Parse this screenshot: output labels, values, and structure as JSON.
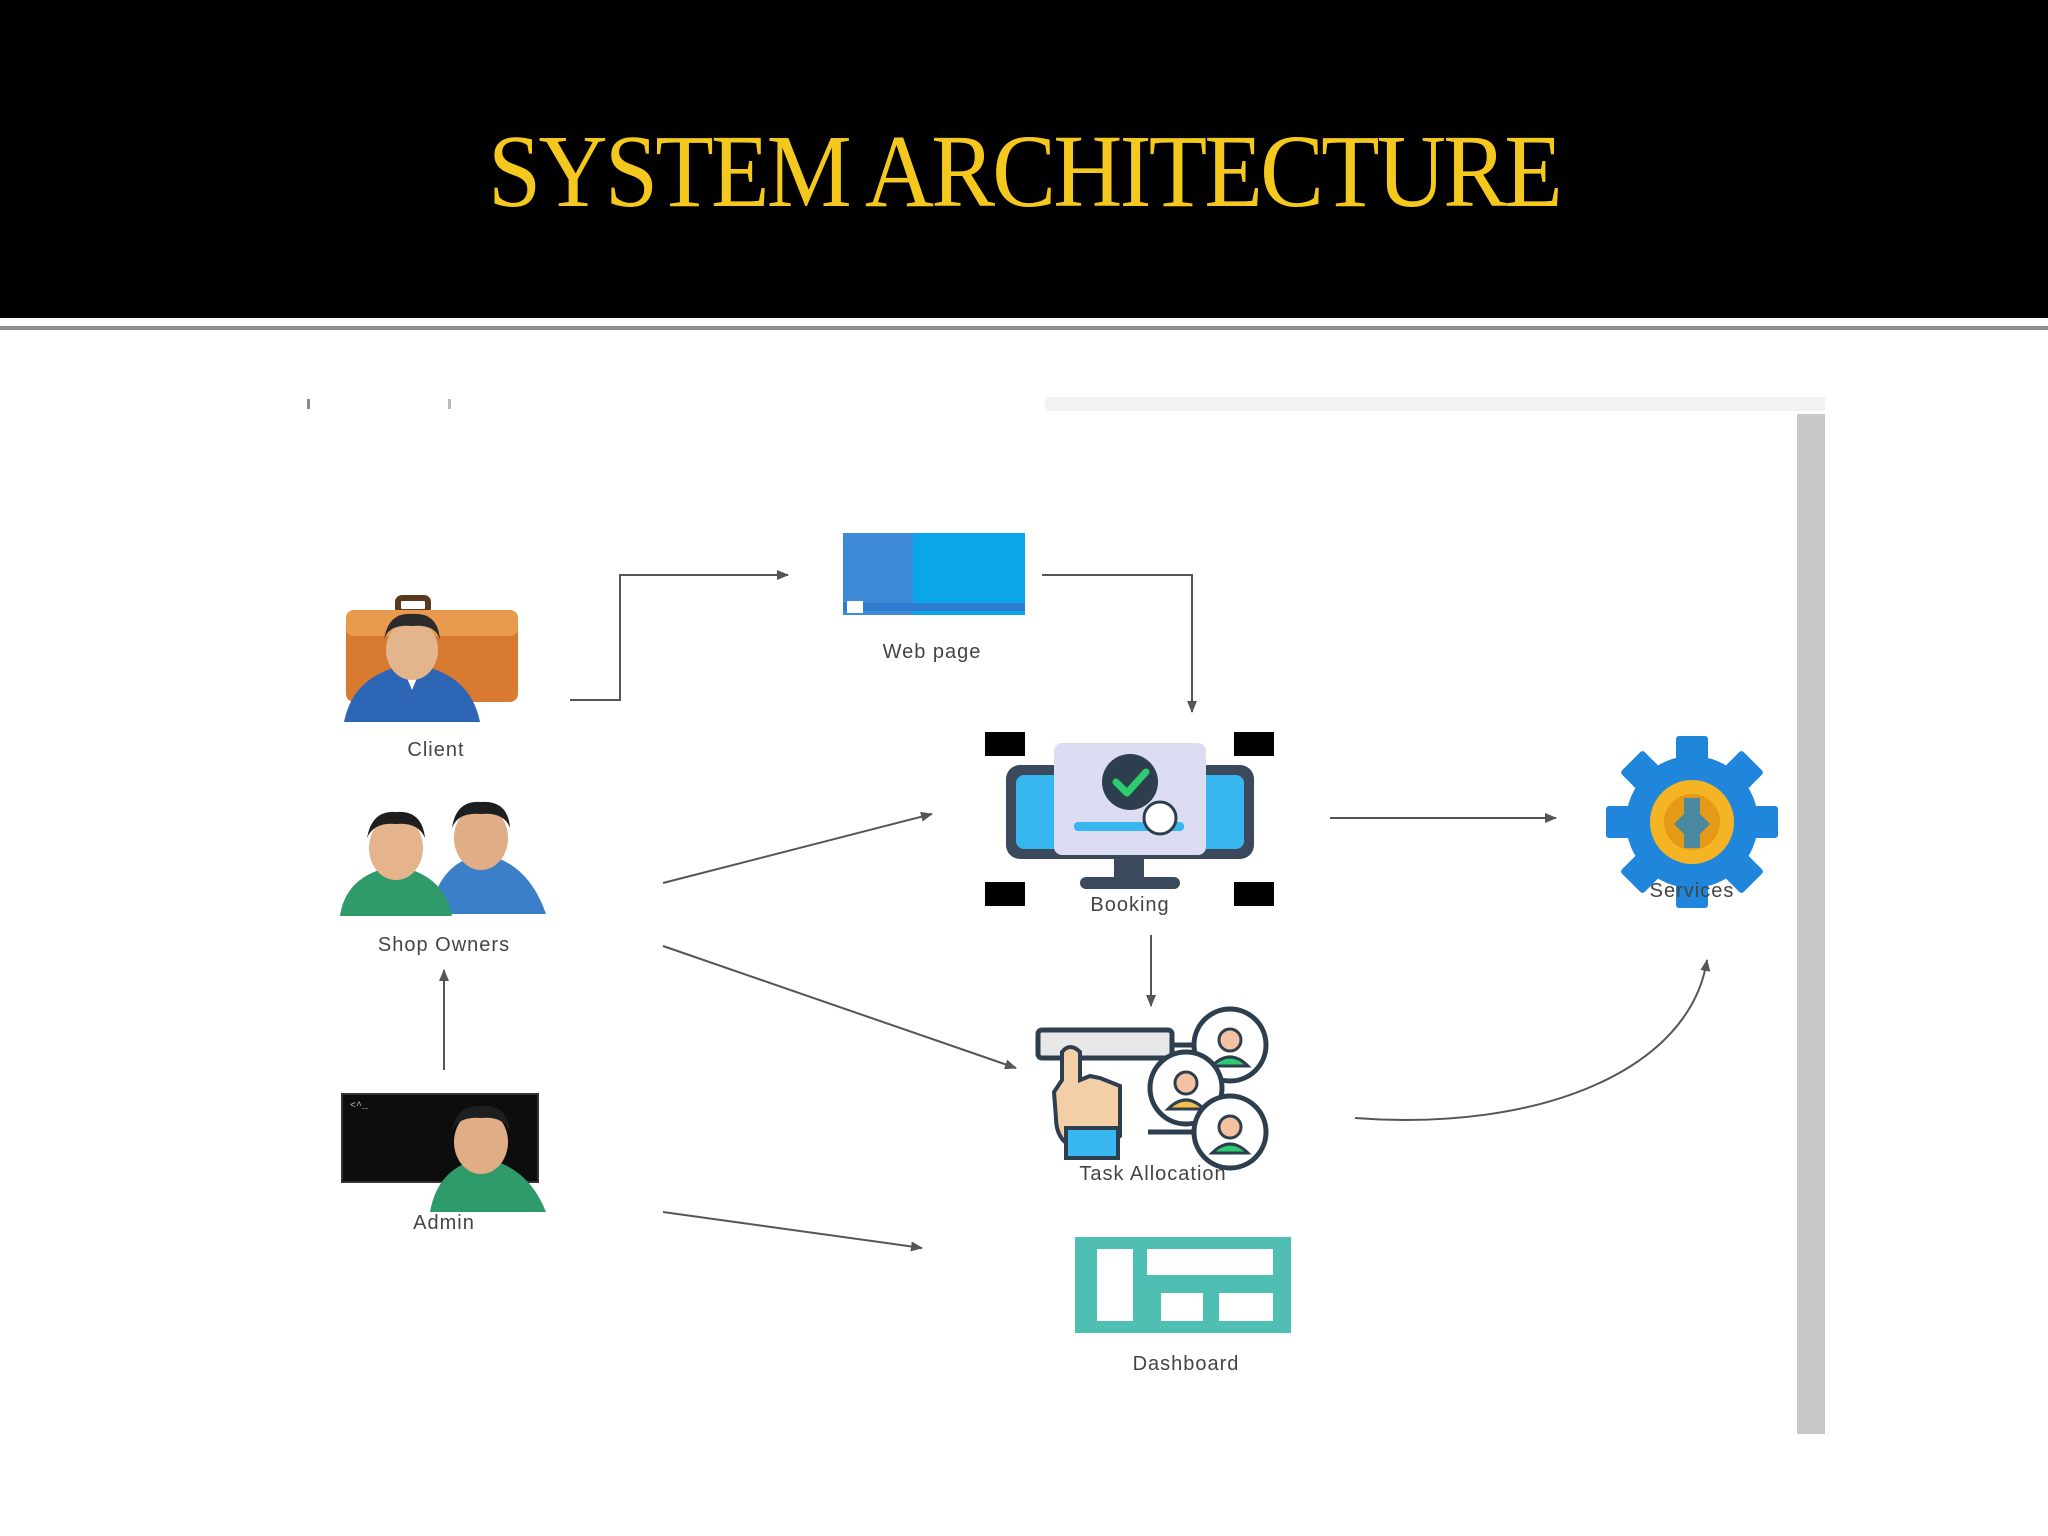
{
  "slide": {
    "title": "SYSTEM ARCHITECTURE"
  },
  "diagram": {
    "nodes": {
      "client": {
        "label": "Client",
        "icon": "client-icon"
      },
      "shop_owners": {
        "label": "Shop Owners",
        "icon": "shop-owners-icon"
      },
      "admin": {
        "label": "Admin",
        "icon": "admin-icon",
        "terminal_text": "<^_"
      },
      "web_page": {
        "label": "Web page",
        "icon": "web-page-icon"
      },
      "booking": {
        "label": "Booking",
        "icon": "booking-icon"
      },
      "task_allocation": {
        "label": "Task Allocation",
        "icon": "task-allocation-icon"
      },
      "dashboard": {
        "label": "Dashboard",
        "icon": "dashboard-icon"
      },
      "services": {
        "label": "Services",
        "icon": "services-gear-icon"
      }
    },
    "edges": [
      {
        "from": "Client",
        "to": "Web page"
      },
      {
        "from": "Web page",
        "to": "Booking"
      },
      {
        "from": "Shop Owners",
        "to": "Booking"
      },
      {
        "from": "Shop Owners",
        "to": "Task Allocation"
      },
      {
        "from": "Admin",
        "to": "Shop Owners"
      },
      {
        "from": "Admin",
        "to": "Dashboard"
      },
      {
        "from": "Booking",
        "to": "Services"
      },
      {
        "from": "Booking",
        "to": "Task Allocation"
      },
      {
        "from": "Task Allocation",
        "to": "Services"
      }
    ]
  },
  "colors": {
    "header_bg": "#000000",
    "title": "#f4c81c",
    "arrow": "#555555",
    "web_page_blue": "#0ba5e9",
    "dashboard_teal": "#4fbfb4",
    "gear_blue": "#1f86dc",
    "gear_center": "#f5b424"
  }
}
